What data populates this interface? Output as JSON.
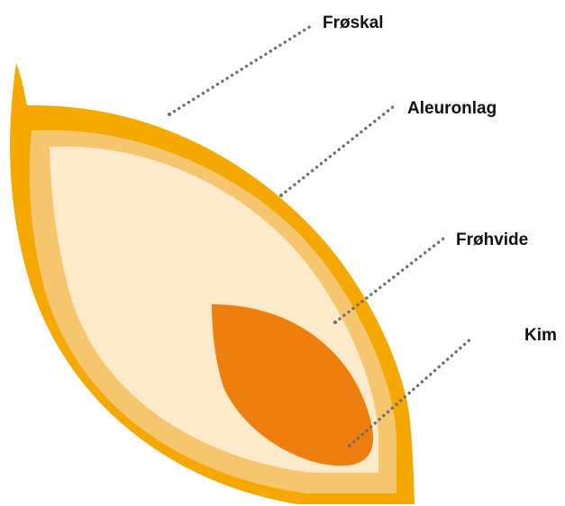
{
  "labels": {
    "froskal": "Frøskal",
    "aleuronlag": "Aleuronlag",
    "frohvide": "Frøhvide",
    "kim": "Kim"
  },
  "colors": {
    "seed_coat": "#F5A800",
    "aleurone_layer": "#F5C66E",
    "endosperm": "#FDEACB",
    "germ": "#EE7F0E",
    "leader_line": "#6F6F6F"
  }
}
